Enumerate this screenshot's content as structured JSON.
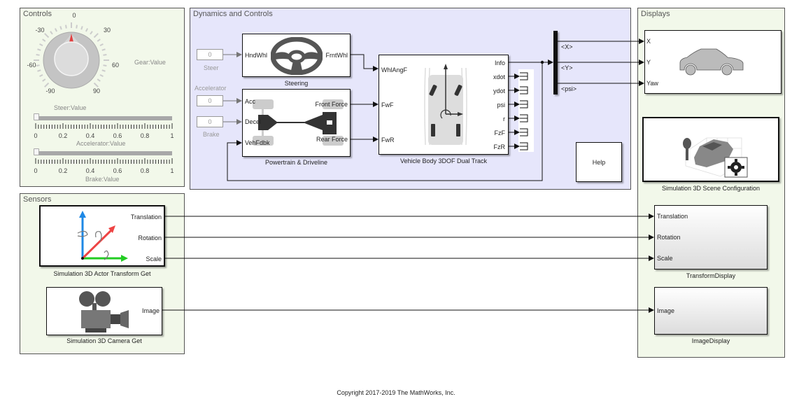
{
  "areas": {
    "controls": "Controls",
    "dynamics": "Dynamics and Controls",
    "displays": "Displays",
    "sensors": "Sensors"
  },
  "controls": {
    "knob": {
      "ticks": [
        "-90",
        "-60",
        "-30",
        "0",
        "30",
        "60",
        "90"
      ],
      "value": 0,
      "label": "Steer:Value"
    },
    "gear_label": "Gear:Value",
    "accelerator_slider": {
      "value": 0,
      "min": 0,
      "max": 1,
      "ticks": [
        "0",
        "0.2",
        "0.4",
        "0.6",
        "0.8",
        "1"
      ],
      "label": "Accelerator:Value"
    },
    "brake_slider": {
      "value": 0,
      "min": 0,
      "max": 1,
      "ticks": [
        "0",
        "0.2",
        "0.4",
        "0.6",
        "0.8",
        "1"
      ],
      "label": "Brake:Value"
    }
  },
  "dynamics": {
    "constants": [
      {
        "value": "0",
        "label": "Steer"
      },
      {
        "value": "0",
        "label": "Accelerator"
      },
      {
        "value": "0",
        "label": "Brake"
      }
    ],
    "steering": {
      "name": "Steering",
      "in": "HndWhl",
      "out": "FrntWhl",
      "icon": "steering-wheel-icon"
    },
    "powertrain": {
      "name": "Powertrain & Driveline",
      "inputs": [
        "Acc",
        "Decel",
        "VehFdbk"
      ],
      "outputs": [
        "Front Force",
        "Rear Force"
      ],
      "icon": "driveline-icon"
    },
    "vehicle_body": {
      "name": "Vehicle Body 3DOF Dual Track",
      "inputs": [
        "WhlAngF",
        "FwF",
        "FwR"
      ],
      "outputs": [
        "Info",
        "xdot",
        "ydot",
        "psi",
        "r",
        "FzF",
        "FzR"
      ],
      "icon": "vehicle-top-view-icon"
    },
    "bus_signals": [
      "<X>",
      "<Y>",
      "<psi>"
    ],
    "help_label": "Help"
  },
  "displays": {
    "vehicle_display": {
      "inputs": [
        "X",
        "Y",
        "Yaw"
      ],
      "icon": "car-icon"
    },
    "scene_config": {
      "name": "Simulation 3D Scene Configuration",
      "icon": "scene-gear-icon"
    },
    "transform_display": {
      "name": "TransformDisplay",
      "inputs": [
        "Translation",
        "Rotation",
        "Scale"
      ]
    },
    "image_display": {
      "name": "ImageDisplay",
      "inputs": [
        "Image"
      ]
    }
  },
  "sensors": {
    "actor_transform": {
      "name": "Simulation 3D Actor Transform Get",
      "outputs": [
        "Translation",
        "Rotation",
        "Scale"
      ],
      "icon": "axes-icon"
    },
    "camera": {
      "name": "Simulation 3D Camera Get",
      "outputs": [
        "Image"
      ],
      "icon": "camera-icon"
    }
  },
  "copyright": "Copyright 2017-2019 The MathWorks, Inc."
}
